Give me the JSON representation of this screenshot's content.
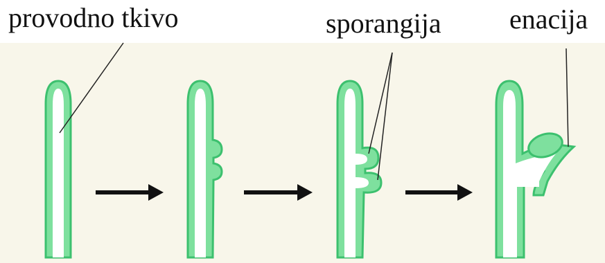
{
  "labels": {
    "vascular": "provodno tkivo",
    "sporangia": "sporangija",
    "enation": "enacija"
  },
  "colors": {
    "background_band": "#f8f6ea",
    "tissue_fill": "#7ee09e",
    "tissue_outline": "#3cc06e",
    "inner_core": "#ffffff",
    "arrow": "#111111",
    "leader_line": "#222222"
  },
  "stages": 4
}
